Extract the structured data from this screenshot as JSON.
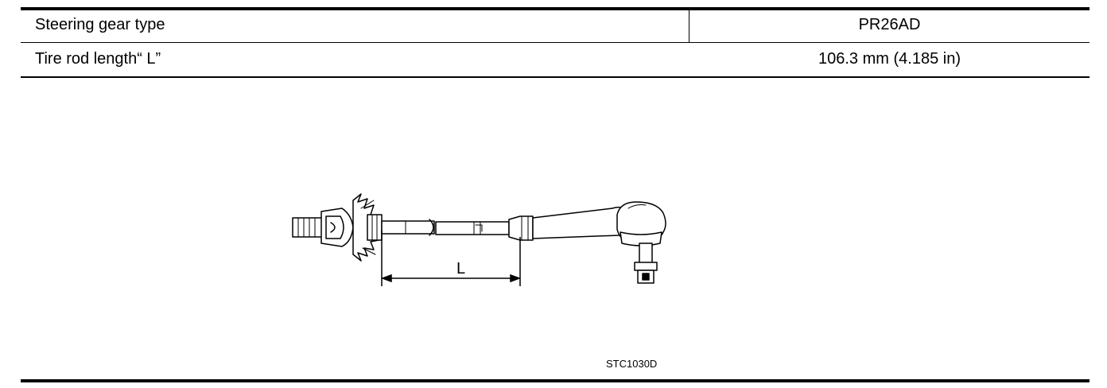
{
  "spec_table": {
    "rows": [
      {
        "label": "Steering gear type",
        "value": "PR26AD"
      },
      {
        "label": "Tire rod length“ L”",
        "value": "106.3 mm (4.185 in)"
      }
    ]
  },
  "figure": {
    "dimension_label": "L",
    "code": "STC1030D"
  }
}
